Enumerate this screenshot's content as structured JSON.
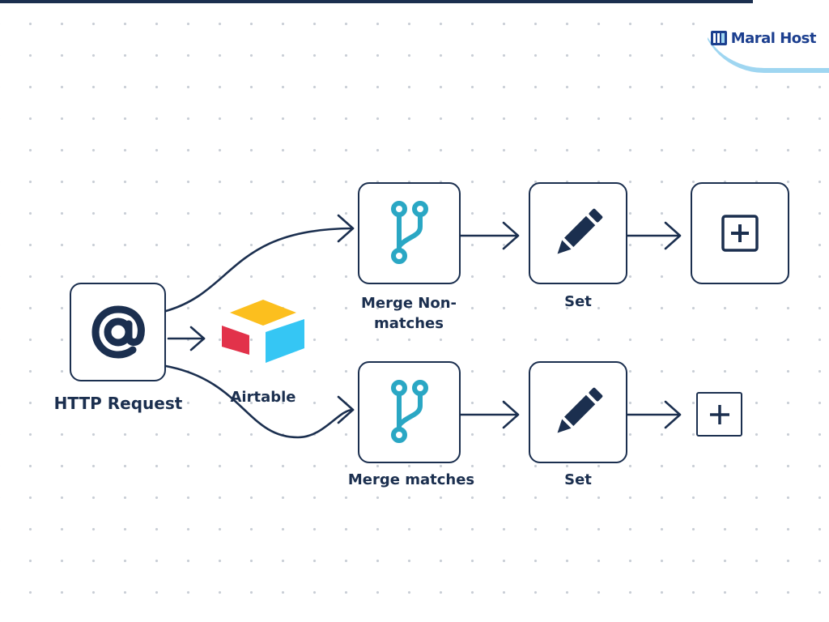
{
  "brand": {
    "name": "Maral Host"
  },
  "nodes": {
    "http_request": {
      "label": "HTTP Request",
      "icon": "at-sign-icon"
    },
    "airtable": {
      "label": "Airtable",
      "icon": "airtable-logo"
    },
    "merge_nonmatches": {
      "label_line1": "Merge Non-",
      "label_line2": "matches",
      "icon": "git-branch-icon"
    },
    "set_top": {
      "label": "Set",
      "icon": "pencil-icon"
    },
    "add_top": {
      "icon": "plus-square-icon"
    },
    "merge_matches": {
      "label": "Merge matches",
      "icon": "git-branch-icon"
    },
    "set_bottom": {
      "label": "Set",
      "icon": "pencil-icon"
    },
    "add_bottom": {
      "icon": "plus-square-icon"
    }
  },
  "colors": {
    "ink": "#1b2f4f",
    "branch": "#2aa7c4",
    "airtable_yellow": "#fcbf1e",
    "airtable_red": "#e2324a",
    "airtable_blue": "#35c6f4",
    "brand_blue": "#1c3f8f"
  }
}
